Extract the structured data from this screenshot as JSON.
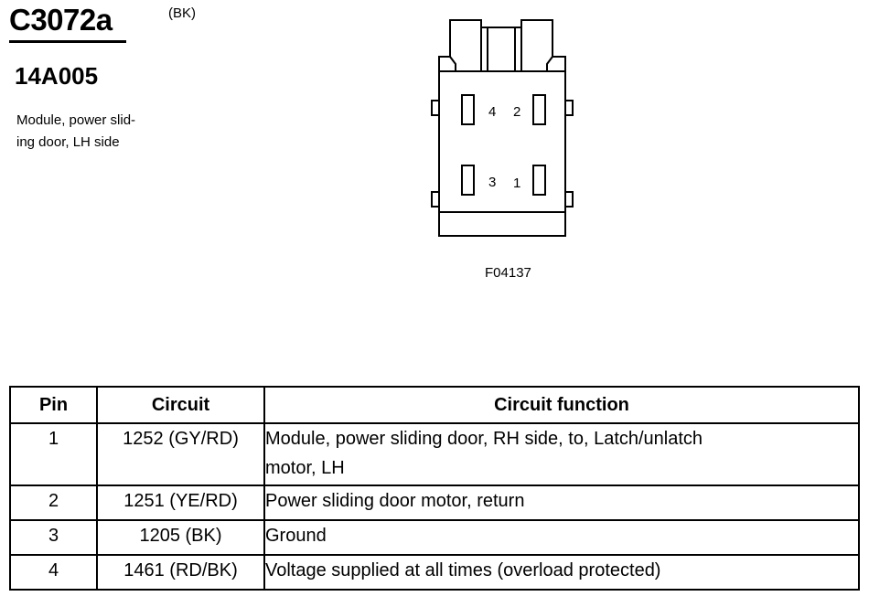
{
  "header": {
    "connector_id": "C3072a",
    "color_code": "(BK)",
    "part_number": "14A005",
    "description_lines": [
      "Module, power slid-",
      "ing door, LH side"
    ]
  },
  "diagram": {
    "pin_labels": [
      "4",
      "2",
      "3",
      "1"
    ],
    "figure_id": "F04137"
  },
  "table": {
    "headers": {
      "pin": "Pin",
      "circuit": "Circuit",
      "function": "Circuit function"
    },
    "rows": [
      {
        "pin": "1",
        "circuit": "1252 (GY/RD)",
        "function_lines": [
          "Module, power sliding door, RH side, to, Latch/unlatch",
          "motor, LH"
        ]
      },
      {
        "pin": "2",
        "circuit": "1251 (YE/RD)",
        "function_lines": [
          "Power sliding door motor, return"
        ]
      },
      {
        "pin": "3",
        "circuit": "1205 (BK)",
        "function_lines": [
          "Ground"
        ]
      },
      {
        "pin": "4",
        "circuit": "1461 (RD/BK)",
        "function_lines": [
          "Voltage supplied at all times (overload protected)"
        ]
      }
    ]
  }
}
